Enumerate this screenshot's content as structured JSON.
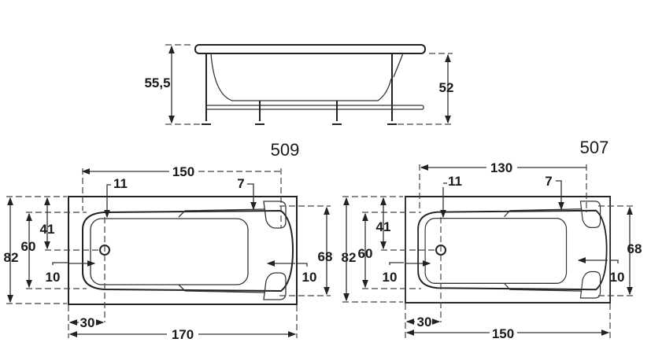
{
  "side_view": {
    "height_total": "55,5",
    "height_rim": "52"
  },
  "tub_509": {
    "model": "509",
    "width": "82",
    "inner_width": "60",
    "drain_offset_y": "41",
    "back_width": "68",
    "left_margin": "10",
    "right_margin": "10",
    "drain_top": "11",
    "rest_top": "7",
    "inner_length": "150",
    "length": "170",
    "drain_offset_x": "30"
  },
  "tub_507": {
    "model": "507",
    "width": "82",
    "inner_width": "60",
    "drain_offset_y": "41",
    "back_width": "68",
    "left_margin": "10",
    "right_margin": "10",
    "drain_top": "11",
    "rest_top": "7",
    "inner_length": "130",
    "length": "150",
    "drain_offset_x": "30"
  }
}
